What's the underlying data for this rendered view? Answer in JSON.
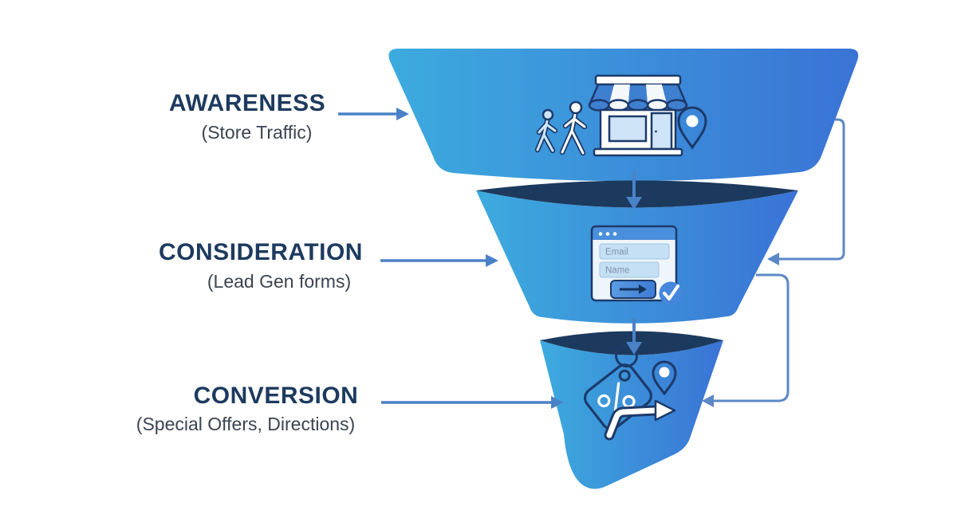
{
  "diagram": {
    "type": "marketing-funnel",
    "stages": [
      {
        "label": "AWARENESS",
        "sublabel": "(Store Traffic)",
        "icon": "storefront-with-shoppers-and-map-pin"
      },
      {
        "label": "CONSIDERATION",
        "sublabel": "(Lead Gen forms)",
        "icon": "lead-capture-form-window"
      },
      {
        "label": "CONVERSION",
        "sublabel": "(Special Offers, Directions)",
        "icon": "discount-tag-map-pin-directions-arrow"
      }
    ]
  },
  "form_window": {
    "fields": [
      {
        "placeholder": "Email"
      },
      {
        "placeholder": "Name"
      }
    ],
    "submit_icon": "arrow-right-icon",
    "status_icon": "checkmark-icon"
  },
  "icons": [
    "storefront-icon",
    "walking-people-icon",
    "map-pin-icon",
    "browser-form-icon",
    "checkmark-badge-icon",
    "discount-tag-icon",
    "map-pin-small-icon",
    "directions-arrow-icon",
    "flow-down-arrow-icon",
    "label-pointer-arrow-icon",
    "loopback-connector-icon"
  ],
  "colors": {
    "background": "#ffffff",
    "funnel_gradient_start": "#3dabde",
    "funnel_gradient_end": "#3a73d5",
    "funnel_band_dark": "#1c3a5e",
    "label_text": "#1d3a5f",
    "sublabel_text": "#3b4450",
    "pointer_arrow": "#4a82c8",
    "connector_line": "#5c88c6",
    "icon_outline": "#1d3a6b",
    "icon_light_fill": "#cfe4f7",
    "form_titlebar": "#4a8fdb",
    "check_badge": "#4687dd"
  }
}
